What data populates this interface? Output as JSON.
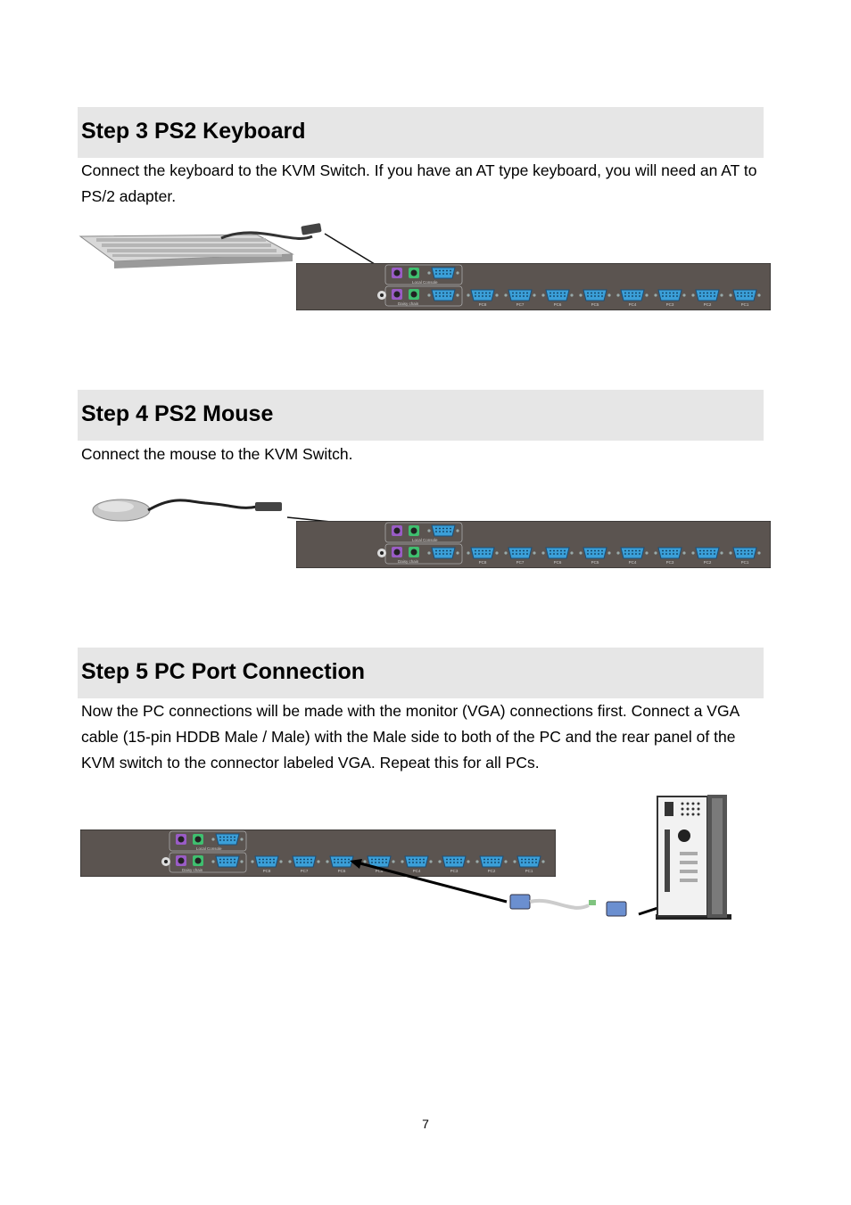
{
  "step3": {
    "title": "Step 3 PS2 Keyboard",
    "text": "Connect the keyboard to the KVM Switch. If you have an AT type keyboard, you will need an AT to PS/2 adapter."
  },
  "step4": {
    "title": "Step 4 PS2 Mouse",
    "text": "Connect the mouse to the KVM Switch."
  },
  "step5": {
    "title": "Step 5 PC Port Connection",
    "text": "Now the PC connections will be made with the monitor (VGA) connections first. Connect a VGA cable (15-pin HDDB Male / Male) with the Male side to both of the PC and the rear panel of the KVM switch to the connector labeled VGA. Repeat this for all PCs."
  },
  "kvm_panel": {
    "local_console_label": "Local Console",
    "daisy_chain_label": "Daisy chain",
    "port_labels": [
      "PC8",
      "PC7",
      "PC6",
      "PC5",
      "PC4",
      "PC3",
      "PC2",
      "PC1"
    ]
  },
  "page_number": "7",
  "colors": {
    "panel": "#5b5450",
    "vga_port": "#3b9fd8",
    "ps2_keyboard": "#9a5cc6",
    "ps2_mouse": "#3fbf6f",
    "heading_bg": "#e6e6e6"
  }
}
